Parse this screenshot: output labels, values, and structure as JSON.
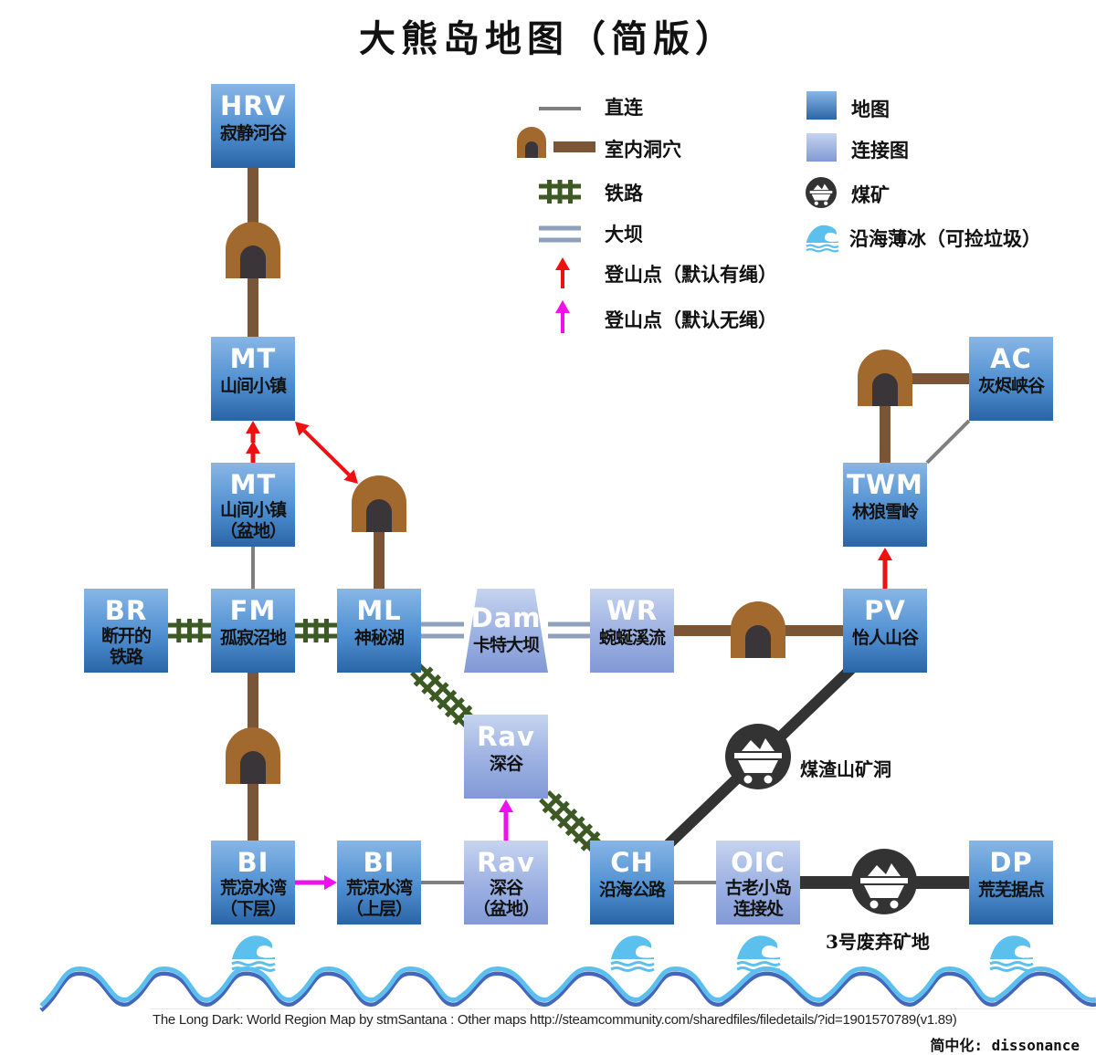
{
  "title": "大熊岛地图（简版）",
  "legend": {
    "left": [
      {
        "icon": "direct-line-icon",
        "label": "直连"
      },
      {
        "icon": "cave-tunnel-icon",
        "label": "室内洞穴"
      },
      {
        "icon": "railroad-icon",
        "label": "铁路"
      },
      {
        "icon": "dam-double-line-icon",
        "label": "大坝"
      },
      {
        "icon": "red-arrow-up-icon",
        "label": "登山点（默认有绳）"
      },
      {
        "icon": "magenta-arrow-up-icon",
        "label": "登山点（默认无绳）"
      }
    ],
    "right": [
      {
        "icon": "map-region-swatch-icon",
        "label": "地图"
      },
      {
        "icon": "connector-region-swatch-icon",
        "label": "连接图"
      },
      {
        "icon": "coal-mine-icon",
        "label": "煤矿"
      },
      {
        "icon": "coastal-ice-wave-icon",
        "label": "沿海薄冰（可捡垃圾）"
      }
    ]
  },
  "colors": {
    "direct": "#7f7f7f",
    "cave": "#7a5536",
    "cave_arch": "#a2692f",
    "cave_hole": "#3a3538",
    "rail": "#3d5a25",
    "dam": "#8ea0bb",
    "rope_climb": "#ee1111",
    "free_climb": "#ee11ee",
    "mine": "#333333",
    "wave_light": "#5bc0ee",
    "wave_dark": "#4466bb"
  },
  "nodes": {
    "HRV": {
      "code": "HRV",
      "name": "寂静河谷",
      "type": "map"
    },
    "MT": {
      "code": "MT",
      "name": "山间小镇",
      "type": "map"
    },
    "MTB": {
      "code": "MT",
      "name": "山间小镇",
      "name2": "（盆地）",
      "type": "map"
    },
    "BR": {
      "code": "BR",
      "name": "断开的",
      "name2": "铁路",
      "type": "map"
    },
    "FM": {
      "code": "FM",
      "name": "孤寂沼地",
      "type": "map"
    },
    "ML": {
      "code": "ML",
      "name": "神秘湖",
      "type": "map"
    },
    "DAM": {
      "code": "Dam",
      "name": "卡特大坝",
      "type": "conn"
    },
    "WR": {
      "code": "WR",
      "name": "蜿蜒溪流",
      "type": "conn"
    },
    "PV": {
      "code": "PV",
      "name": "怡人山谷",
      "type": "map"
    },
    "TWM": {
      "code": "TWM",
      "name": "林狼雪岭",
      "type": "map"
    },
    "AC": {
      "code": "AC",
      "name": "灰烬峡谷",
      "type": "map"
    },
    "RAV": {
      "code": "Rav",
      "name": "深谷",
      "type": "conn"
    },
    "BIL": {
      "code": "BI",
      "name": "荒凉水湾",
      "name2": "（下层）",
      "type": "map"
    },
    "BIU": {
      "code": "BI",
      "name": "荒凉水湾",
      "name2": "（上层）",
      "type": "map"
    },
    "RAVB": {
      "code": "Rav",
      "name": "深谷",
      "name2": "（盆地）",
      "type": "conn"
    },
    "CH": {
      "code": "CH",
      "name": "沿海公路",
      "type": "map"
    },
    "OIC": {
      "code": "OIC",
      "name": "古老小岛",
      "name2": "连接处",
      "type": "conn"
    },
    "DP": {
      "code": "DP",
      "name": "荒芜据点",
      "type": "map"
    }
  },
  "connections": [
    {
      "from": "HRV",
      "to": "MT",
      "kind": "cave"
    },
    {
      "from": "MTB",
      "to": "MT",
      "kind": "rope-climb"
    },
    {
      "from": "MT",
      "to": "ML",
      "kind": "rope-climb-both-cave"
    },
    {
      "from": "MTB",
      "to": "FM",
      "kind": "direct"
    },
    {
      "from": "BR",
      "to": "FM",
      "kind": "rail"
    },
    {
      "from": "FM",
      "to": "ML",
      "kind": "rail"
    },
    {
      "from": "ML",
      "to": "DAM",
      "kind": "dam"
    },
    {
      "from": "DAM",
      "to": "WR",
      "kind": "dam"
    },
    {
      "from": "WR",
      "to": "PV",
      "kind": "cave"
    },
    {
      "from": "PV",
      "to": "TWM",
      "kind": "rope-climb"
    },
    {
      "from": "TWM",
      "to": "AC",
      "kind": "cave"
    },
    {
      "from": "TWM",
      "to": "AC",
      "kind": "direct"
    },
    {
      "from": "ML",
      "to": "RAV",
      "kind": "rail"
    },
    {
      "from": "RAV",
      "to": "CH",
      "kind": "rail"
    },
    {
      "from": "RAVB",
      "to": "RAV",
      "kind": "free-climb"
    },
    {
      "from": "FM",
      "to": "BIL",
      "kind": "cave"
    },
    {
      "from": "BIL",
      "to": "BIU",
      "kind": "free-climb"
    },
    {
      "from": "BIU",
      "to": "RAVB",
      "kind": "direct"
    },
    {
      "from": "CH",
      "to": "PV",
      "kind": "mine",
      "via": "煤渣山矿洞"
    },
    {
      "from": "CH",
      "to": "OIC",
      "kind": "direct"
    },
    {
      "from": "OIC",
      "to": "DP",
      "kind": "mine",
      "via": "3号废弃矿地"
    }
  ],
  "mines": [
    {
      "label": "煤渣山矿洞"
    },
    {
      "label": "3号废弃矿地"
    }
  ],
  "coastal_ice": [
    "BIL",
    "CH",
    "OIC",
    "DP"
  ],
  "footer": {
    "credit": "The Long Dark: World Region Map by stmSantana : Other maps http://steamcommunity.com/sharedfiles/filedetails/?id=1901570789(v1.89)",
    "translator": "简中化: dissonance"
  }
}
